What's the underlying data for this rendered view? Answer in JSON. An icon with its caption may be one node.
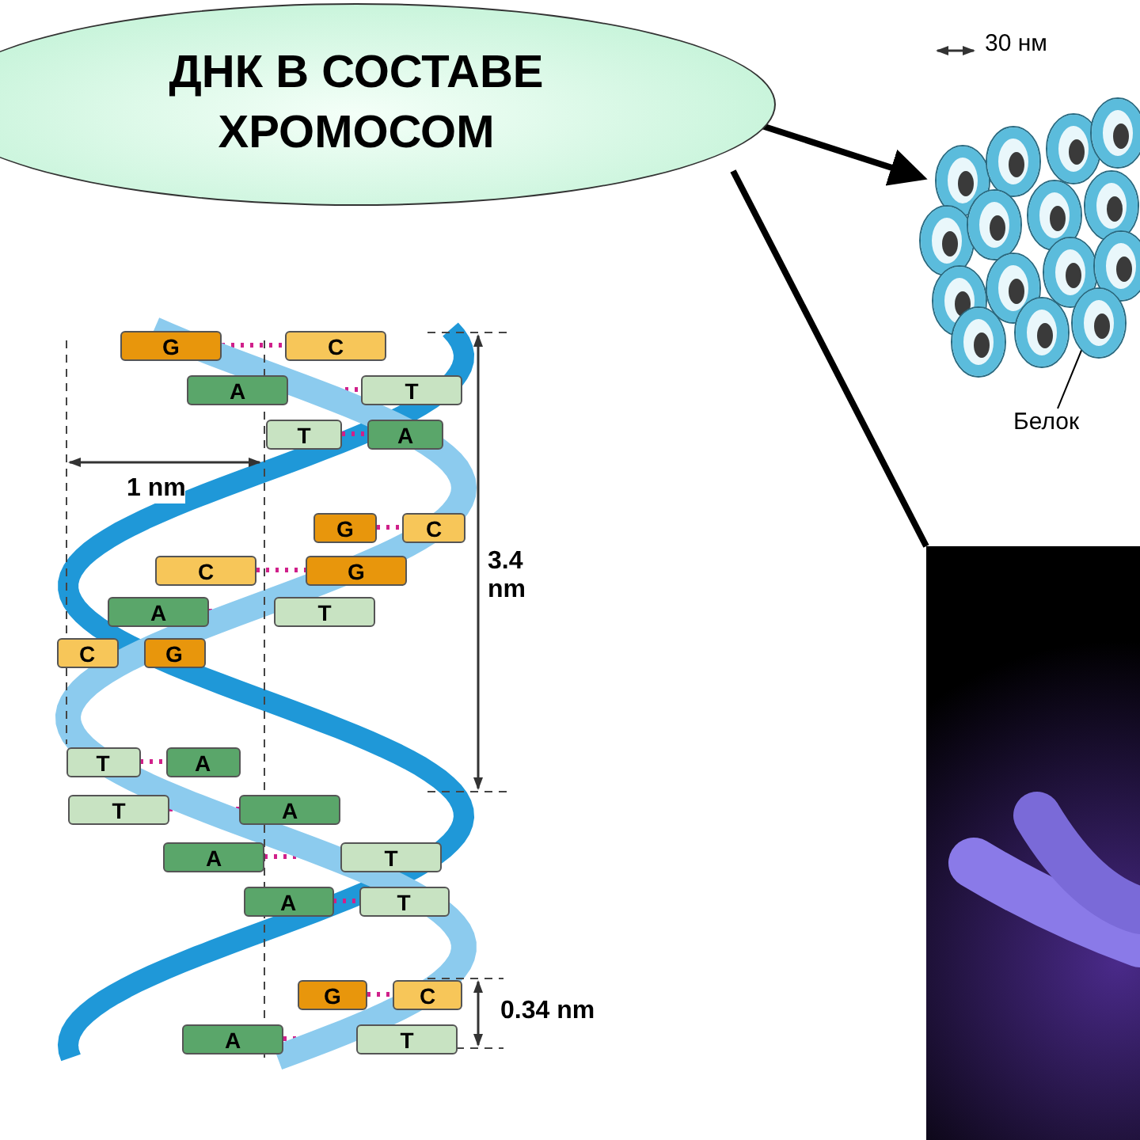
{
  "diagram": {
    "nodes": [
      {
        "text": [
          "ДНК В СОСТАВЕ ХРОМОСОМ"
        ]
      },
      {
        "text": [],
        "shape": "picture"
      },
      {
        "text": [],
        "shape": "picture"
      },
      {
        "text": [
          "Белок"
        ]
      }
    ],
    "edges": [
      {
        "from": 0,
        "to": 1,
        "arrow": "to"
      },
      {
        "from": 0,
        "to": 2,
        "arrow": "none"
      },
      {
        "from": 3,
        "to": 1,
        "arrow": "none"
      }
    ],
    "labels": [
      "30 нм",
      "G",
      "C",
      "A",
      "T",
      "T",
      "A",
      "1 nm",
      "G",
      "C",
      "C",
      "G",
      "3.4 nm",
      "A",
      "T",
      "C",
      "G",
      "T",
      "A",
      "T",
      "A",
      "A",
      "T",
      "A",
      "T",
      "G",
      "C",
      "0.34 nm",
      "A",
      "T"
    ]
  }
}
